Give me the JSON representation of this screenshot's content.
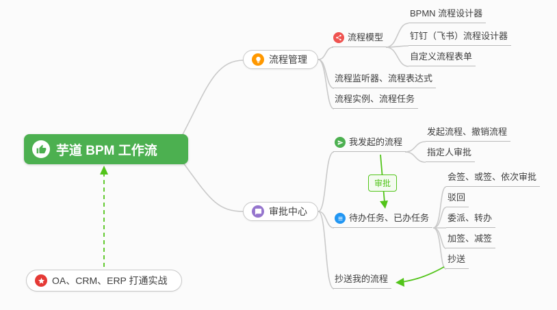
{
  "root": {
    "label": "芋道 BPM 工作流"
  },
  "branch_process": {
    "label": "流程管理",
    "model": {
      "label": "流程模型",
      "children": [
        "BPMN 流程设计器",
        "钉钉（飞书）流程设计器",
        "自定义流程表单"
      ]
    },
    "leaves": [
      "流程监听器、流程表达式",
      "流程实例、流程任务"
    ]
  },
  "branch_approval": {
    "label": "审批中心",
    "my_initiated": {
      "label": "我发起的流程",
      "children": [
        "发起流程、撤销流程",
        "指定人审批"
      ]
    },
    "tasks": {
      "label": "待办任务、已办任务",
      "children": [
        "会签、或签、依次审批",
        "驳回",
        "委派、转办",
        "加签、减签",
        "抄送"
      ]
    },
    "cc": {
      "label": "抄送我的流程"
    },
    "relation_label": "审批"
  },
  "practice": {
    "label": "OA、CRM、ERP 打通实战"
  },
  "icons": {
    "root": "thumbs-up-icon",
    "process": "lightbulb-icon",
    "model": "share-nodes-icon",
    "approval": "chat-bubble-icon",
    "my_initiated": "send-icon",
    "tasks": "list-icon",
    "practice": "star-icon"
  },
  "colors": {
    "rootBg": "#4cb050",
    "line": "#c9c9c9",
    "accent": "#52c41a",
    "iconOrange": "#ff9800",
    "iconRed": "#ef5350",
    "iconGreen": "#4cb050",
    "iconBlue": "#2196f3",
    "iconPurple": "#9575cd",
    "iconStarRed": "#e53935",
    "text": "#3d3d3d",
    "underline": "#b9b9b9",
    "nodeBorder": "#c8c8c8",
    "canvasBg": "#fbfbfb"
  }
}
